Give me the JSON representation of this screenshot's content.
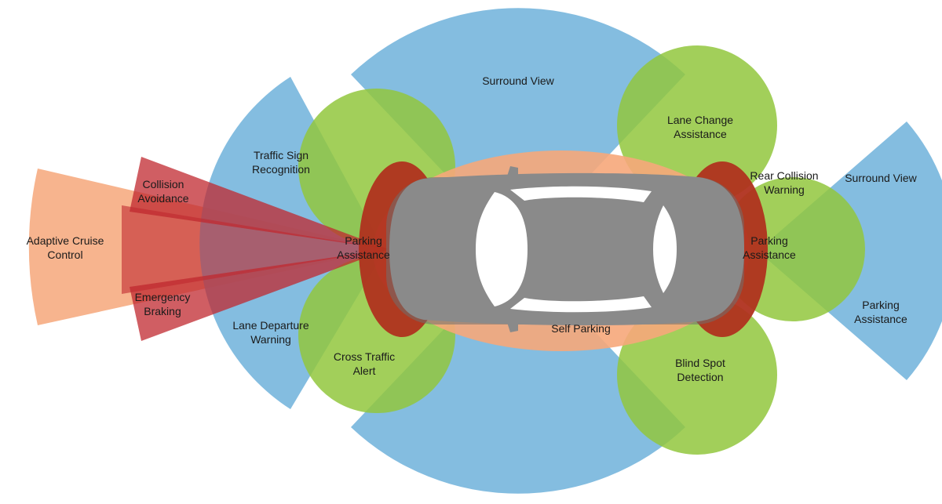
{
  "title": "Vehicle sensor coverage zones",
  "colors": {
    "blue": "#6fb2db",
    "green": "#92c73d",
    "salmon": "#f6a77a",
    "red": "#c0282f",
    "darkred": "#b0321f",
    "car_body": "#8a8a8a",
    "car_shadow": "#6f6f6f",
    "glass": "#ffffff",
    "text": "#1a1a1a"
  },
  "labels": {
    "surround_view_top": "Surround View",
    "lane_change_assistance": [
      "Lane Change",
      "Assistance"
    ],
    "traffic_sign_recognition": [
      "Traffic Sign",
      "Recognition"
    ],
    "collision_avoidance": [
      "Collision",
      "Avoidance"
    ],
    "adaptive_cruise_control": [
      "Adaptive Cruise",
      "Control"
    ],
    "emergency_braking": [
      "Emergency",
      "Braking"
    ],
    "parking_assistance_front": [
      "Parking",
      "Assistance"
    ],
    "parking_assistance_rear": [
      "Parking",
      "Assistance"
    ],
    "rear_collision_warning": [
      "Rear Collision",
      "Warning"
    ],
    "surround_view_right": "Surround View",
    "parking_assistance_far_right": [
      "Parking",
      "Assistance"
    ],
    "lane_departure_warning": [
      "Lane Departure",
      "Warning"
    ],
    "cross_traffic_alert": [
      "Cross Traffic",
      "Alert"
    ],
    "self_parking": "Self Parking",
    "blind_spot_detection": [
      "Blind Spot",
      "Detection"
    ]
  }
}
